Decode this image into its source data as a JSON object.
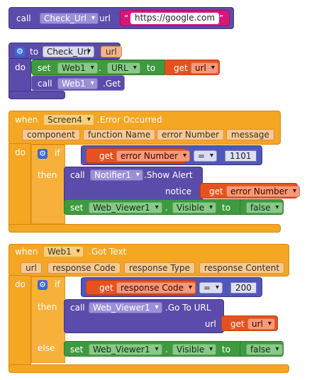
{
  "top_call": {
    "call": "call",
    "component": "Check_Url",
    "param": "url",
    "open_quote": "“",
    "string_value": "https://google.com",
    "close_quote": "”"
  },
  "procedure": {
    "to": "to",
    "name": "Check_Url",
    "param": "url",
    "do": "do",
    "set": "set",
    "set_component": "Web1",
    "dot": ".",
    "set_property": "URL",
    "to_kw": "to",
    "get": "get",
    "get_var": "url",
    "call": "call",
    "call_component": "Web1",
    "call_method": ".Get"
  },
  "error_event": {
    "when": "when",
    "component": "Screen4",
    "event": ".Error Occurred",
    "params": [
      "component",
      "function Name",
      "error Number",
      "message"
    ],
    "do": "do",
    "if": "if",
    "get": "get",
    "get_var": "error Number",
    "operator": "=",
    "compare_value": "1101",
    "then": "then",
    "call": "call",
    "call_component": "Notifier1",
    "call_method": ".Show Alert",
    "notice_label": "notice",
    "notice_get": "get",
    "notice_var": "error Number",
    "set": "set",
    "set_component": "Web_Viewer1",
    "dot": ".",
    "set_property": "Visible",
    "to_kw": "to",
    "set_value": "false"
  },
  "gottext_event": {
    "when": "when",
    "component": "Web1",
    "event": ".Got Text",
    "params": [
      "url",
      "response Code",
      "response Type",
      "response Content"
    ],
    "do": "do",
    "if": "if",
    "get": "get",
    "get_var": "response Code",
    "operator": "=",
    "compare_value": "200",
    "then": "then",
    "call": "call",
    "call_component": "Web_Viewer1",
    "call_method": ".Go To URL",
    "url_label": "url",
    "url_get": "get",
    "url_var": "url",
    "else": "else",
    "set": "set",
    "set_component": "Web_Viewer1",
    "dot": ".",
    "set_property": "Visible",
    "to_kw": "to",
    "set_value": "false"
  },
  "colors": {
    "procedure": "#5b4cab",
    "event": "#f5a623",
    "setter": "#3f9a3f",
    "getter": "#e8511f",
    "text": "#d4177a",
    "control": "#f5a623"
  }
}
